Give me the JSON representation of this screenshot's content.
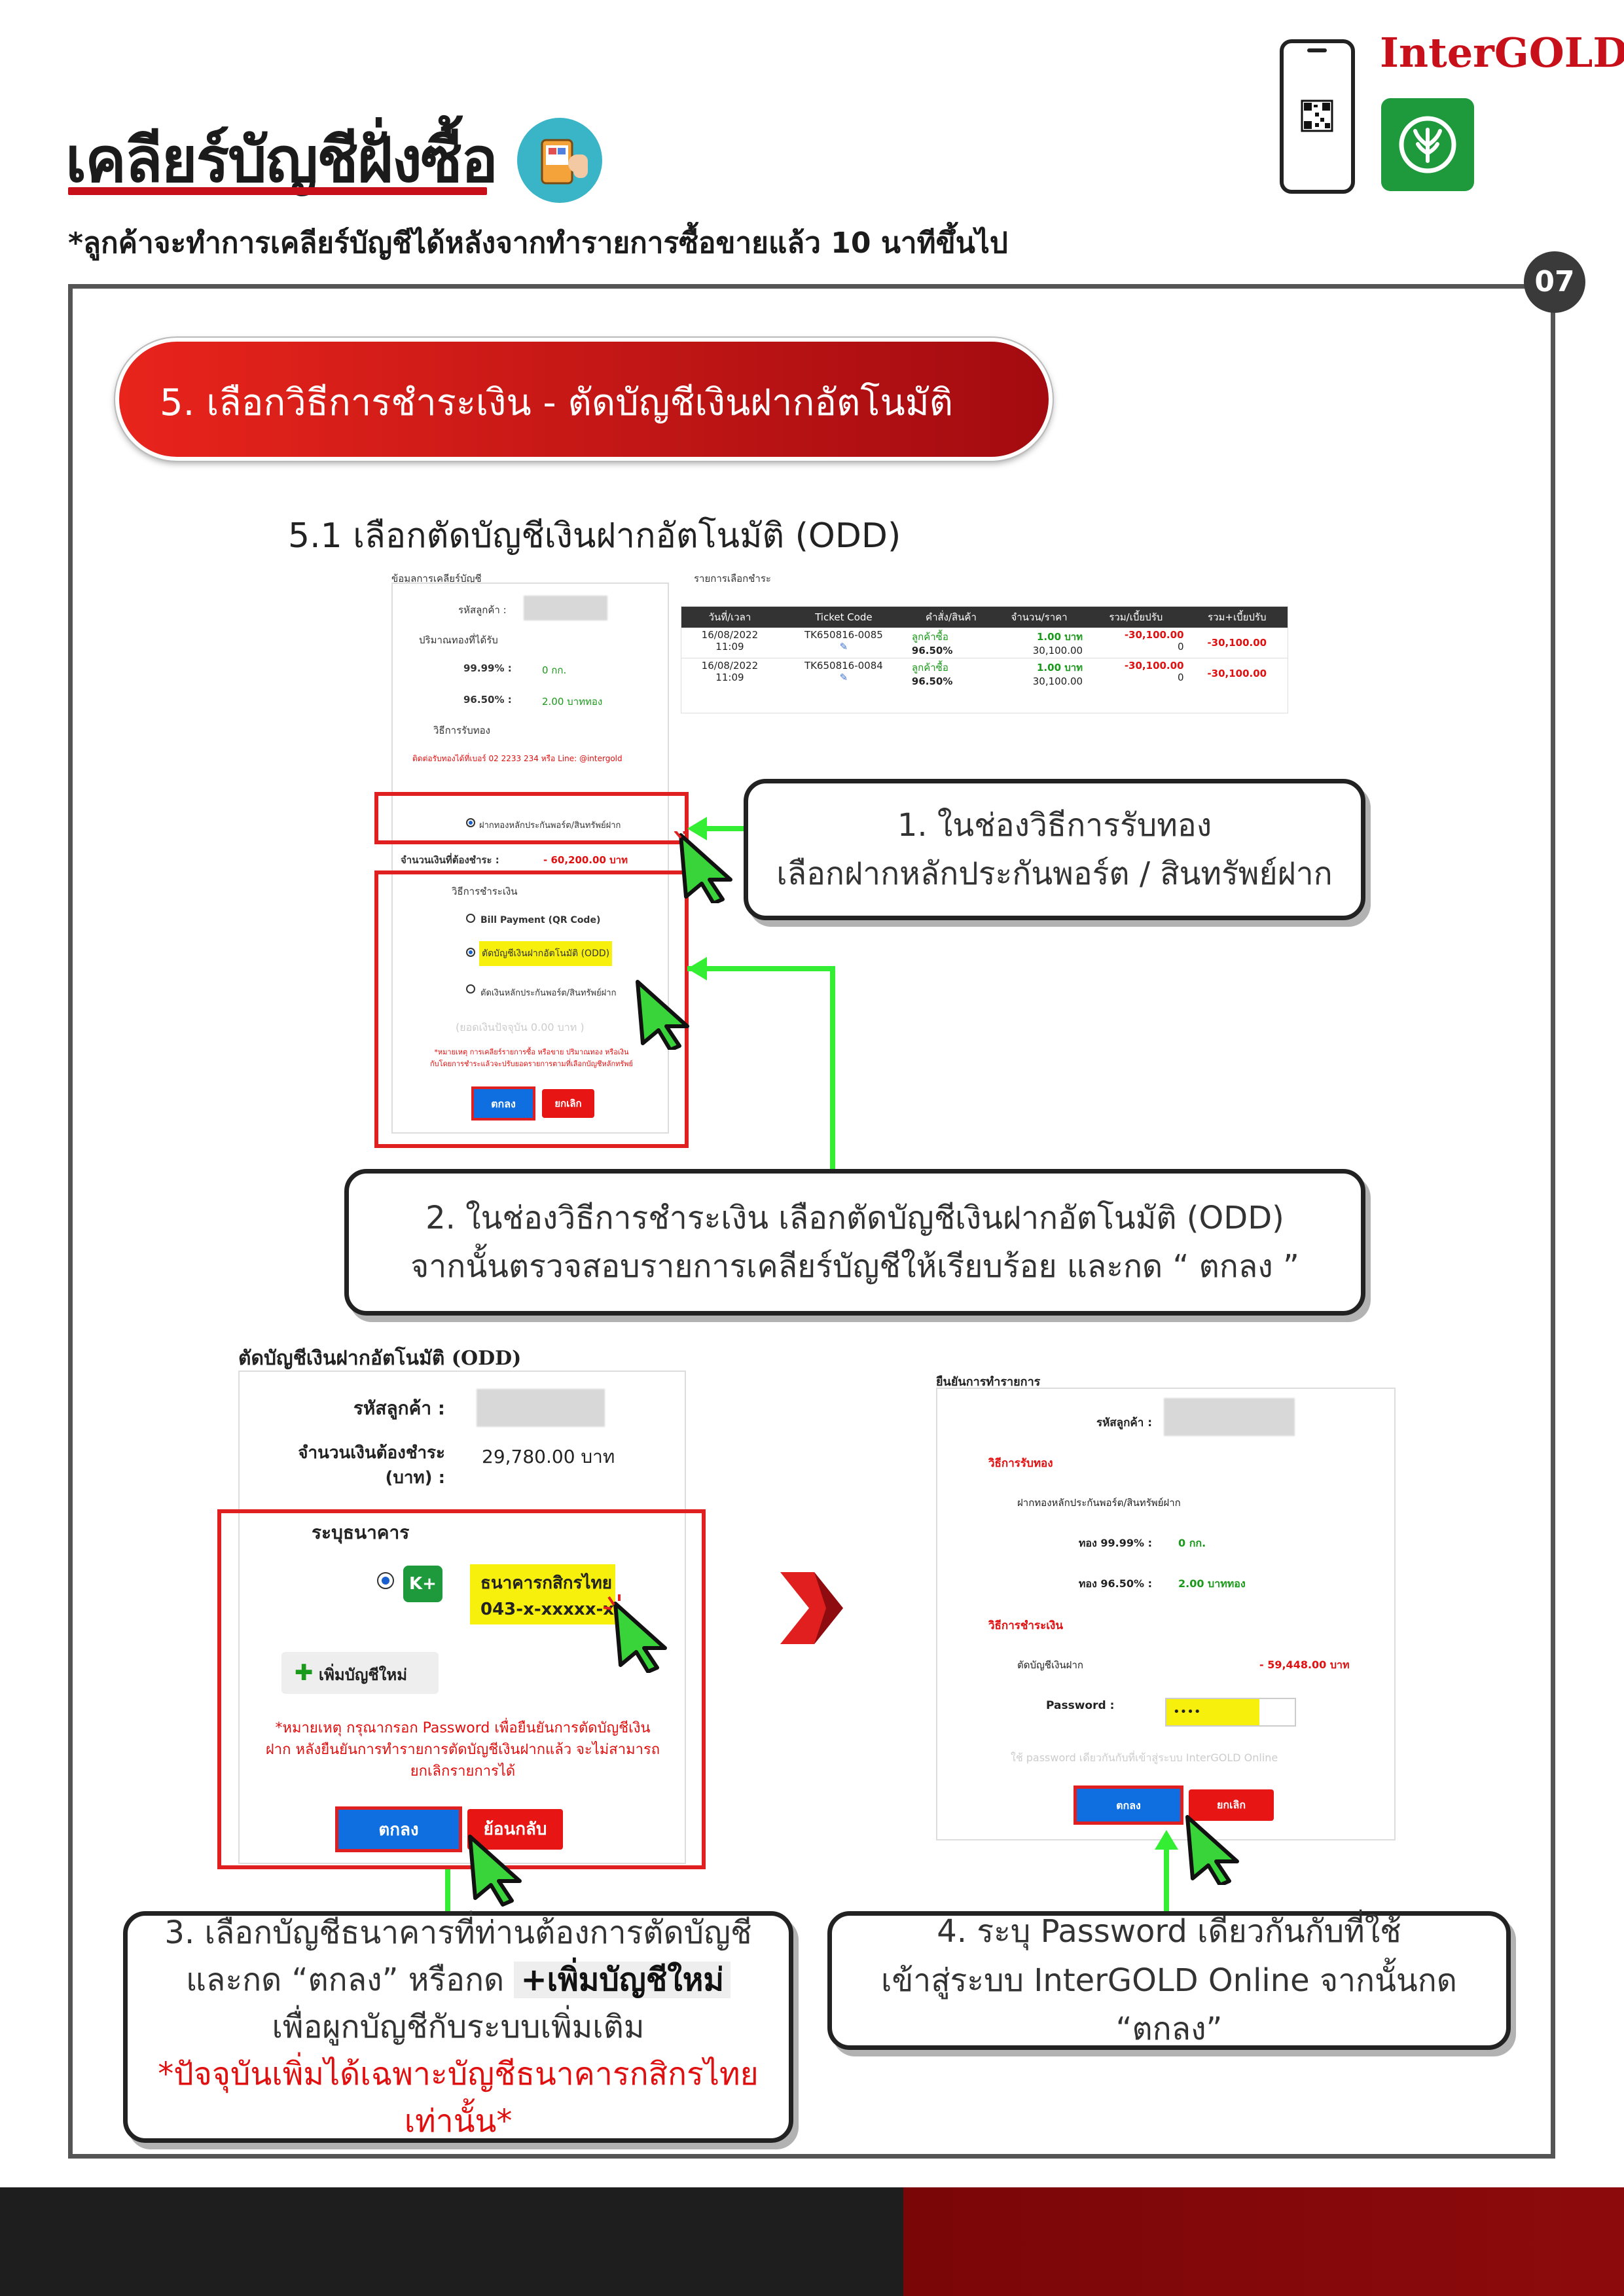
{
  "header": {
    "title": "เคลียร์บัญชีฝั่งซื้อ",
    "note": "*ลูกค้าจะทำการเคลียร์บัญชีได้หลังจากทำรายการซื้อขายแล้ว 10 นาทีขึ้นไป",
    "brand": "InterGOLD",
    "page_number": "07"
  },
  "step": {
    "banner": "5. เลือกวิธีการชำระเงิน - ตัดบัญชีเงินฝากอัตโนมัติ (ODD)",
    "sub_title": "5.1  เลือกตัดบัญชีเงินฝากอัตโนมัติ (ODD)"
  },
  "screen1": {
    "section_label": "ข้อมูลการเคลียร์บัญชี",
    "customer_code_label": "รหัสลูกค้า :",
    "gold_received_label": "ปริมาณทองที่ได้รับ",
    "gold_9999_label": "99.99% :",
    "gold_9999_value": "0 กก.",
    "gold_9650_label": "96.50% :",
    "gold_9650_value": "2.00 บาททอง",
    "receive_method_label": "วิธีการรับทอง",
    "receive_note": "ติดต่อรับทองได้ที่เบอร์ 02 2233 234 หรือ Line: @intergold",
    "receive_option": "ฝากทองหลักประกันพอร์ต/สินทรัพย์ฝาก",
    "amount_label": "จำนวนเงินที่ต้องชำระ :",
    "amount_value": "- 60,200.00 บาท",
    "payment_method_label": "วิธีการชำระเงิน",
    "pay_options": [
      "Bill Payment (QR Code)",
      "ตัดบัญชีเงินฝากอัตโนมัติ (ODD)",
      "ตัดเงินหลักประกันพอร์ต/สินทรัพย์ฝาก"
    ],
    "balance_text": "(ยอดเงินปัจจุบัน 0.00 บาท )",
    "remark": "*หมายเหตุ การเคลียร์รายการซื้อ หรือขาย ปริมาณทอง หรือเงิน\nกับโดยการชำระแล้วจะปรับยอดรายการตามที่เลือกบัญชีหลักทรัพย์",
    "ok": "ตกลง",
    "cancel": "ยกเลิก",
    "list_label": "รายการเลือกชำระ",
    "table_headers": [
      "วันที่/เวลา",
      "Ticket Code",
      "คำสั่ง/สินค้า",
      "จำนวน/ราคา",
      "รวม/เบี้ยปรับ",
      "รวม+เบี้ยปรับ"
    ],
    "rows": [
      {
        "date": "16/08/2022",
        "time": "11:09",
        "ticket": "TK650816-0085",
        "order": "ลูกค้าซื้อ",
        "product": "96.50%",
        "qty": "1.00 บาท",
        "price": "30,100.00",
        "total": "-30,100.00",
        "fine": "0",
        "grand": "-30,100.00"
      },
      {
        "date": "16/08/2022",
        "time": "11:09",
        "ticket": "TK650816-0084",
        "order": "ลูกค้าซื้อ",
        "product": "96.50%",
        "qty": "1.00 บาท",
        "price": "30,100.00",
        "total": "-30,100.00",
        "fine": "0",
        "grand": "-30,100.00"
      }
    ]
  },
  "callouts": {
    "c1_line1": "1. ในช่องวิธีการรับทอง",
    "c1_line2": "เลือกฝากหลักประกันพอร์ต / สินทรัพย์ฝาก",
    "c2_line1": "2. ในช่องวิธีการชำระเงิน เลือกตัดบัญชีเงินฝากอัตโนมัติ (ODD)",
    "c2_line2": "จากนั้นตรวจสอบรายการเคลียร์บัญชีให้เรียบร้อย และกด “ ตกลง ”",
    "c3_line1": "3. เลือกบัญชีธนาคารที่ท่านต้องการตัดบัญชี",
    "c3_line2a": "และกด “ตกลง” หรือกด ",
    "c3_add": "+เพิ่มบัญชีใหม่",
    "c3_line3": "เพื่อผูกบัญชีกับระบบเพิ่มเติม",
    "c3_line4": "*ปัจจุบันเพิ่มได้เฉพาะบัญชีธนาคารกสิกรไทยเท่านั้น*",
    "c4_line1": "4. ระบุ Password เดียวกันกับที่ใช้",
    "c4_line2": "เข้าสู่ระบบ InterGOLD Online จากนั้นกด “ตกลง”"
  },
  "screen2": {
    "title": "ตัดบัญชีเงินฝากอัตโนมัติ (ODD)",
    "customer_code_label": "รหัสลูกค้า :",
    "amount_label": "จำนวนเงินต้องชำระ\n(บาท) :",
    "amount_value": "29,780.00 บาท",
    "bank_label": "ระบุธนาคาร",
    "bank_badge": "K+",
    "bank_name": "ธนาคารกสิกรไทย",
    "bank_account": "043-x-xxxxx-x",
    "add_account": "เพิ่มบัญชีใหม่",
    "remark": "*หมายเหตุ กรุณากรอก Password เพื่อยืนยันการตัดบัญชีเงิน\nฝาก หลังยืนยันการทำรายการตัดบัญชีเงินฝากแล้ว จะไม่สามารถ\nยกเลิกรายการได้",
    "ok": "ตกลง",
    "back": "ย้อนกลับ"
  },
  "screen3": {
    "title": "ยืนยันการทำรายการ",
    "customer_code_label": "รหัสลูกค้า :",
    "receive_label": "วิธีการรับทอง",
    "receive_value": "ฝากทองหลักประกันพอร์ต/สินทรัพย์ฝาก",
    "gold_9999_label": "ทอง 99.99% :",
    "gold_9999_value": "0 กก.",
    "gold_9650_label": "ทอง 96.50% :",
    "gold_9650_value": "2.00 บาททอง",
    "pay_label": "วิธีการชำระเงิน",
    "pay_method": "ตัดบัญชีเงินฝาก",
    "pay_amount": "- 59,448.00 บาท",
    "password_label": "Password :",
    "password_value": "••••",
    "hint": "ใช้ password เดียวกันกับที่เข้าสู่ระบบ InterGOLD Online",
    "ok": "ตกลง",
    "cancel": "ยกเลิก"
  }
}
